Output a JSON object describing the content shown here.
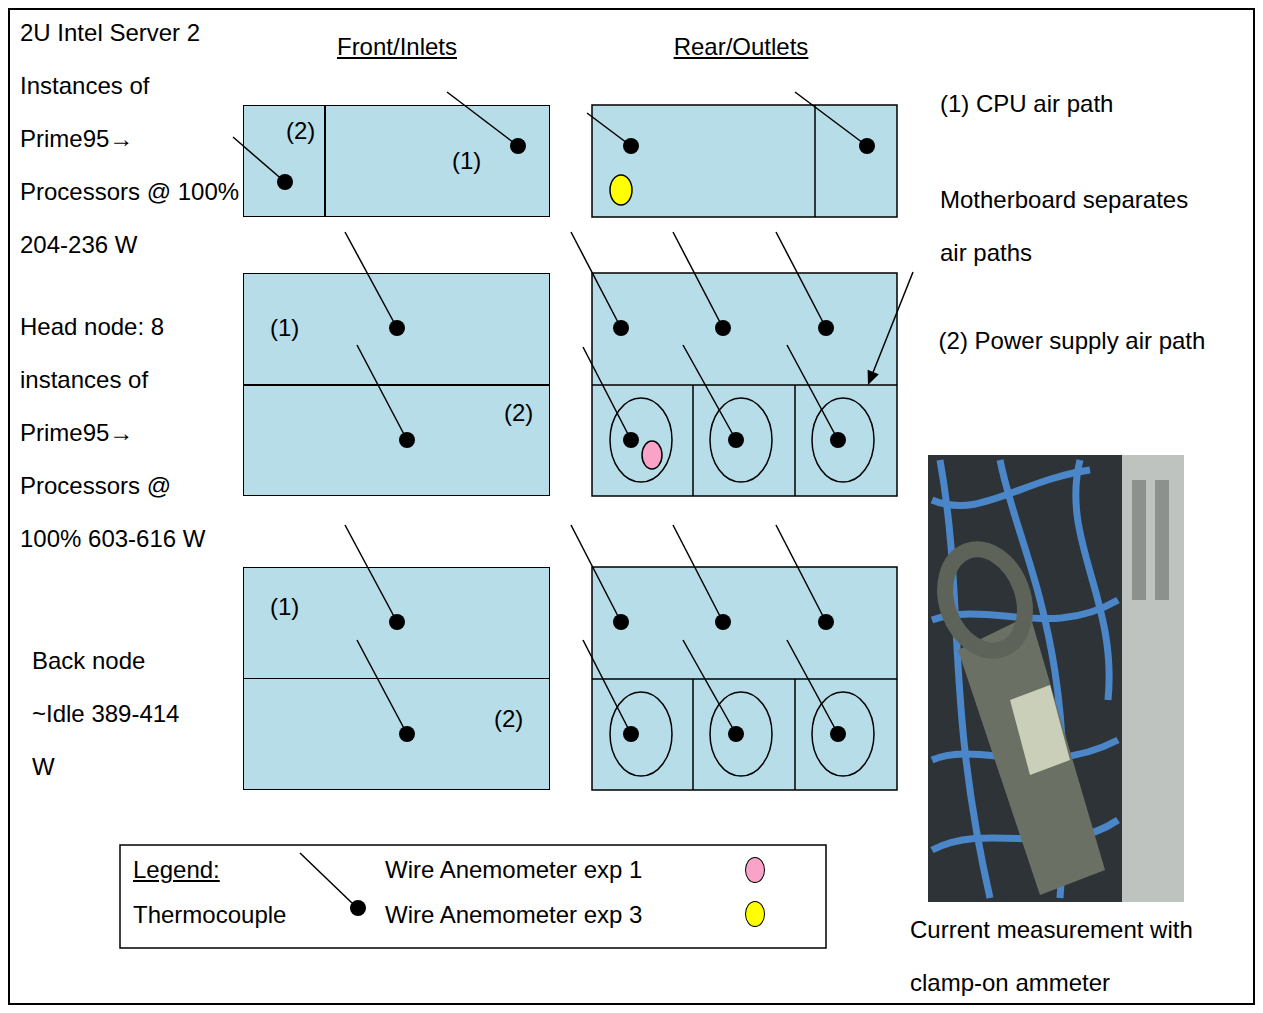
{
  "diagram": {
    "nodes": [
      {
        "text": [
          "(2)"
        ]
      },
      {
        "text": [
          "(1)"
        ]
      },
      {
        "text": [
          "(1)"
        ]
      },
      {
        "text": [
          "(2)"
        ]
      },
      {
        "text": [
          "(1)"
        ]
      },
      {
        "text": [
          "(2)"
        ]
      }
    ],
    "labels": [
      "2U Intel Server 2 Instances of Prime95→ Processors @ 100% 204-236 W",
      "Front/Inlets",
      "Rear/Outlets",
      "(1) CPU air path",
      "Motherboard separates air paths",
      "Head node: 8 instances of Prime95→ Processors @ 100% 603-616 W",
      "(2) Power supply air path",
      "Back node ~Idle 389-414 W",
      "Current measurement with clamp-on ammeter",
      "Legend:"
    ],
    "legend": [
      {
        "text": "Thermocouple"
      },
      {
        "text": "Wire Anemometer exp 1",
        "color": "#f9a3c8"
      },
      {
        "text": "Wire Anemometer exp 3",
        "color": "#ffff00"
      }
    ]
  }
}
